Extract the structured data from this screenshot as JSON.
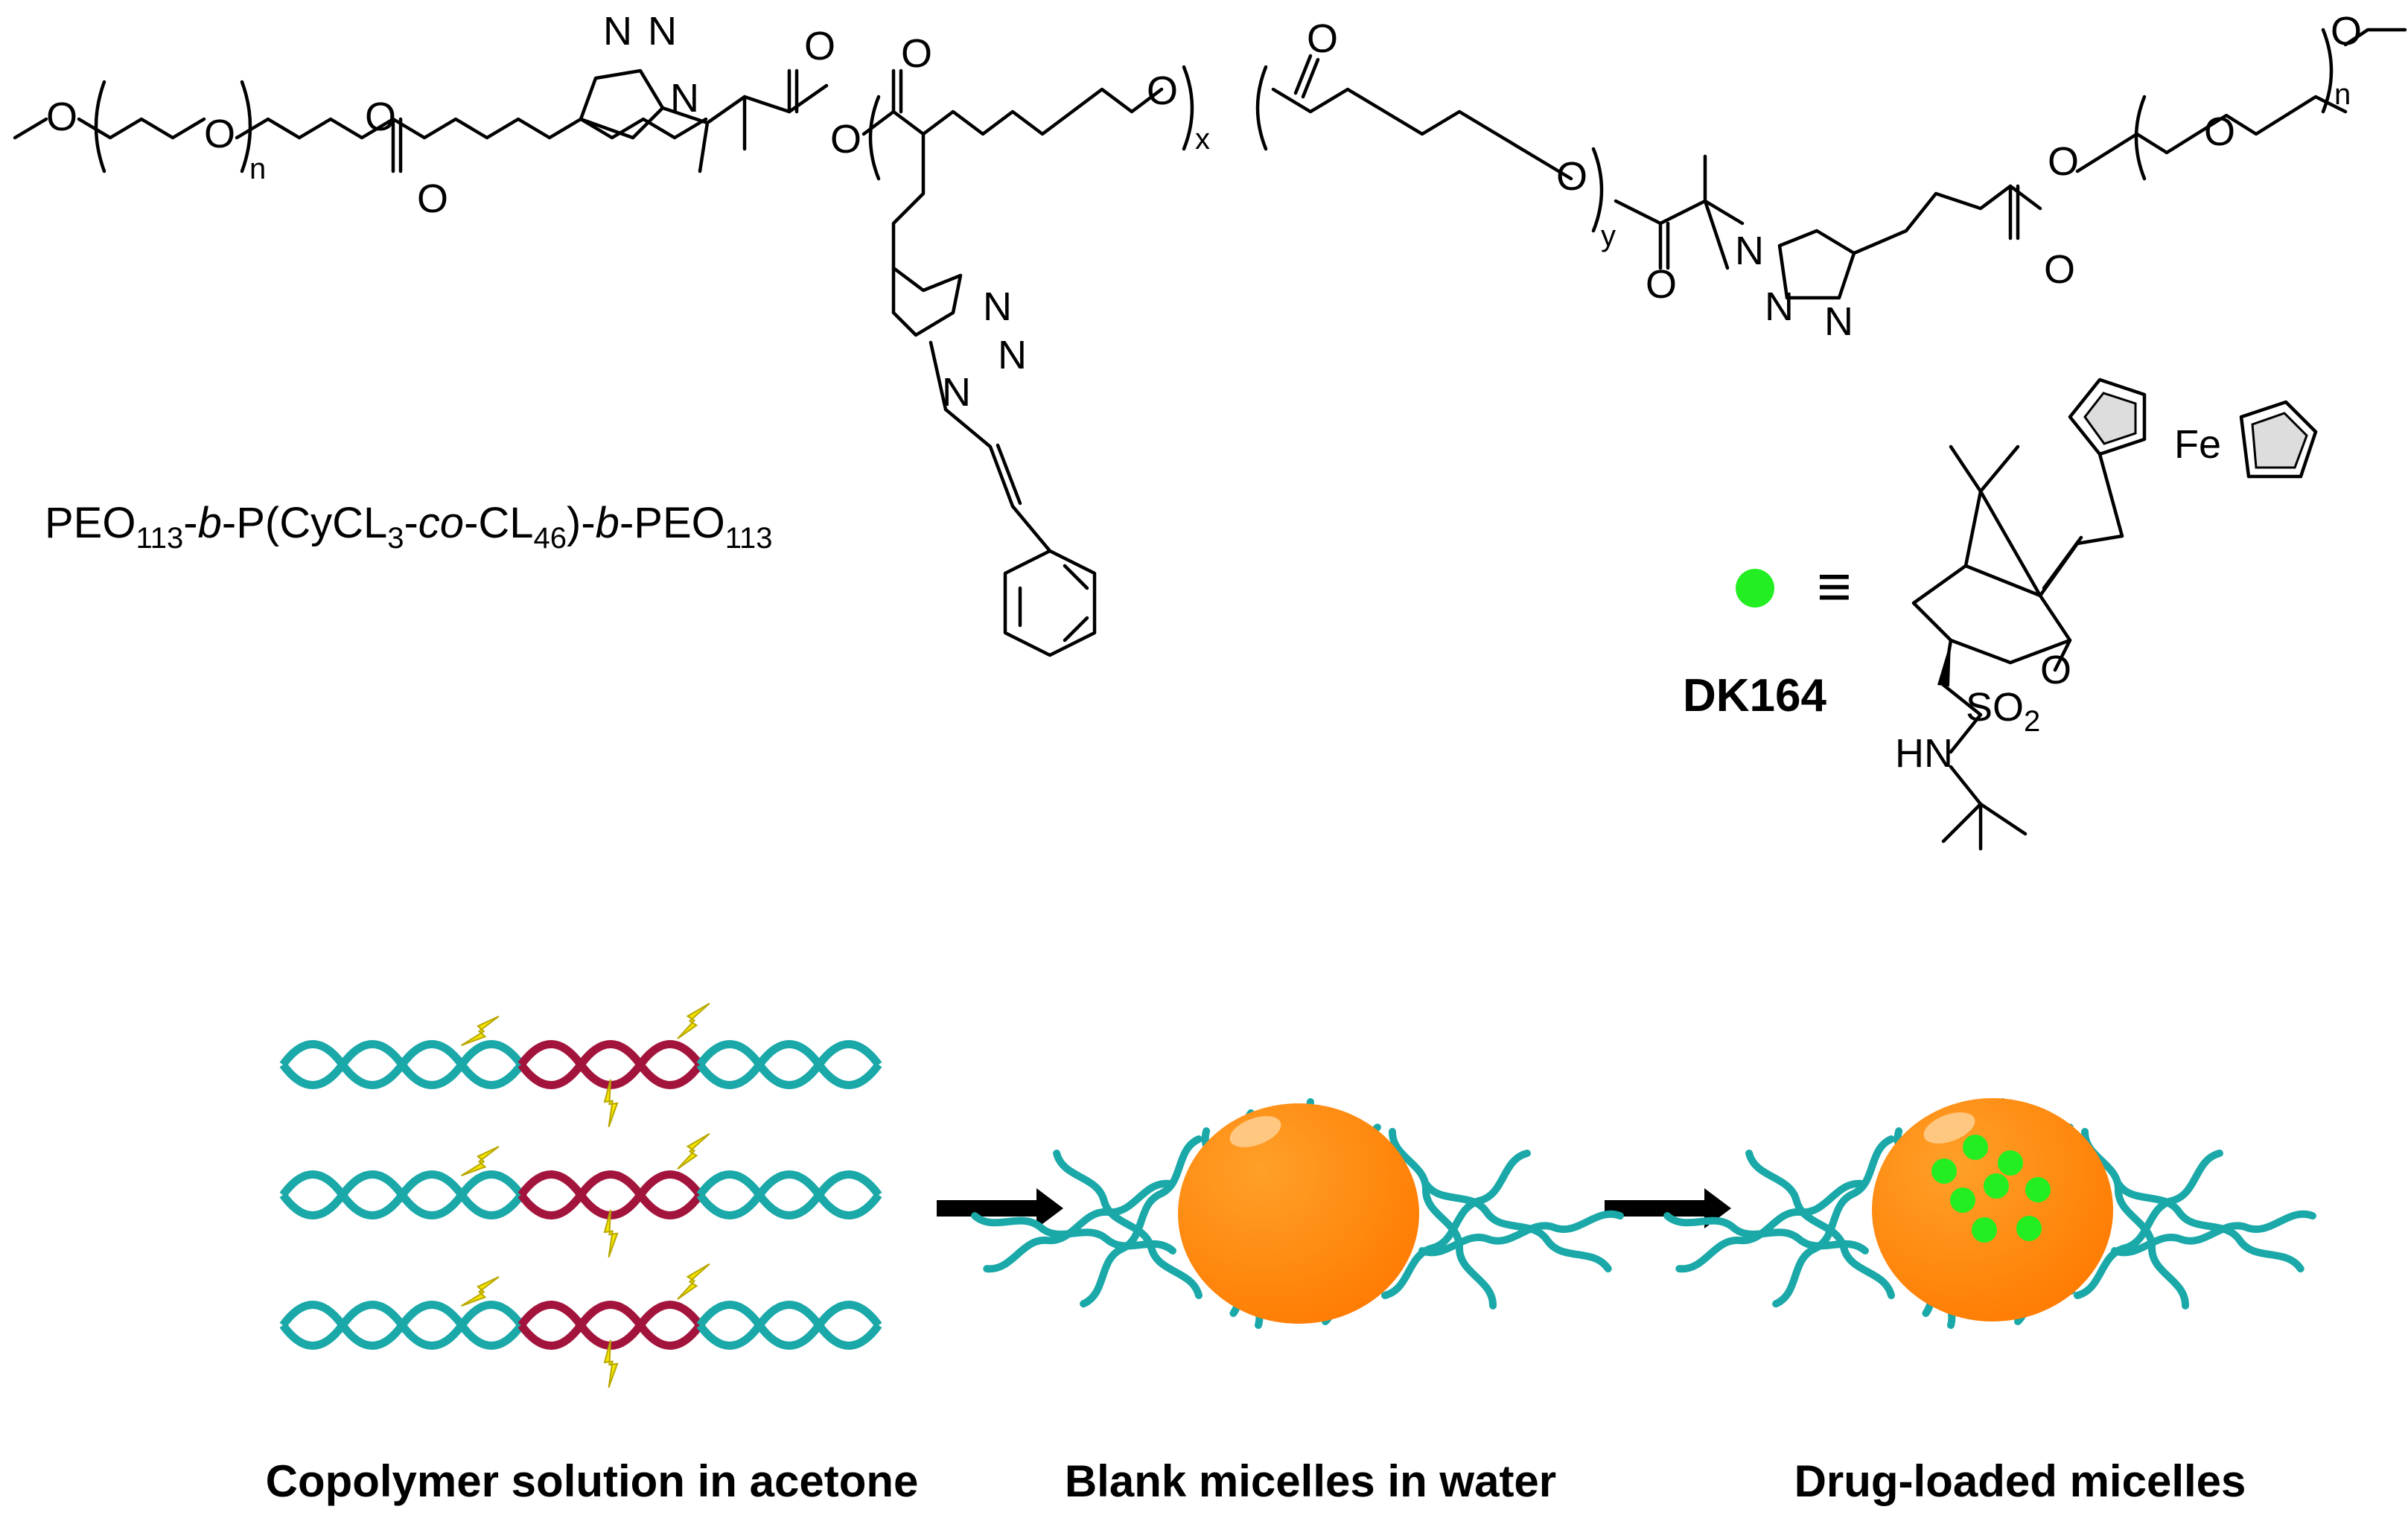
{
  "atoms": {
    "O": "O",
    "N": "N",
    "Fe": "Fe",
    "HN": "HN",
    "SO": "SO",
    "so_sub": "2",
    "n": "n",
    "x": "x",
    "y": "y"
  },
  "copolymer_label": {
    "pre": "PEO",
    "s1": "113",
    "b1": "-",
    "i1": "b",
    "m1": "-P(CyCL",
    "s2": "3",
    "b2": "-",
    "i2": "co",
    "m2": "-CL",
    "s3": "46",
    "b3": ")-",
    "i3": "b",
    "m3": "-PEO",
    "s4": "113"
  },
  "drug": {
    "name": "DK164",
    "equiv": "≡",
    "dot_color": "#22ee22"
  },
  "captions": [
    "Copolymer solution in acetone",
    "Blank micelles in water",
    "Drug-loaded micelles"
  ],
  "colors": {
    "peo_strand": "#1aa8a8",
    "hydrophobic_strand": "#a3143c",
    "lightning": "#f5e400",
    "core": "#ff8500",
    "drug": "#22ee22"
  }
}
